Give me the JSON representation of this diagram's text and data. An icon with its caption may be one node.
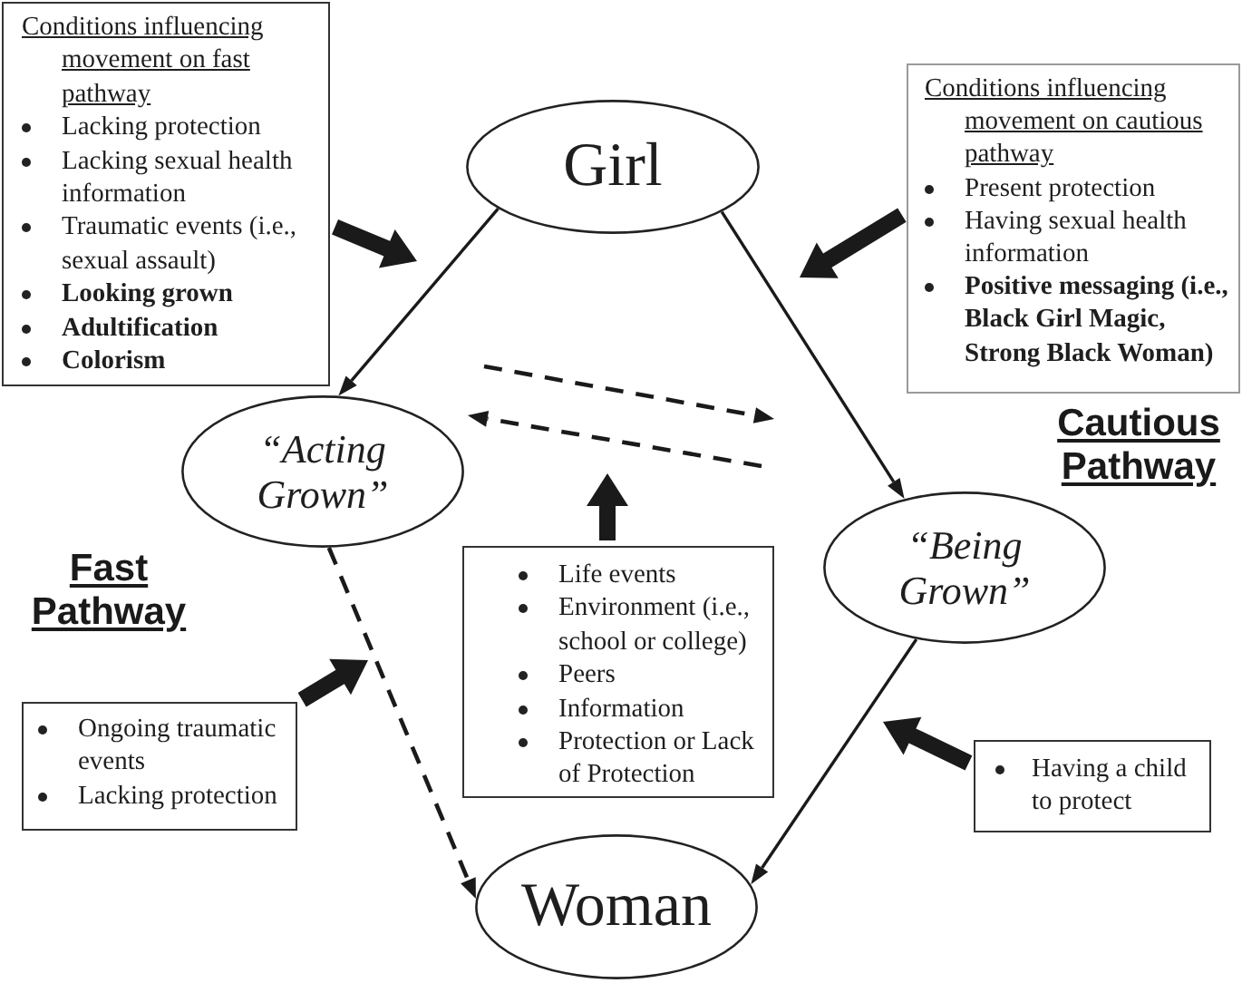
{
  "diagram": {
    "nodes": [
      {
        "text": [
          "Conditions influencing movement on fast pathway",
          "Lacking protection",
          "Lacking sexual health information",
          "Traumatic events (i.e., sexual assault)",
          "Looking grown",
          "Adultification",
          "Colorism"
        ]
      },
      {
        "text": [
          "Girl"
        ]
      },
      {
        "text": [
          "Conditions influencing movement on cautious pathway",
          "Present protection",
          "Having sexual health information",
          "Positive messaging (i.e., Black Girl Magic, Strong Black Woman)"
        ]
      },
      {
        "text": [
          "“Acting Grown”"
        ]
      },
      {
        "text": [
          "“Being Grown”"
        ]
      },
      {
        "text": [
          "Life events",
          "Environment (i.e., school or college)",
          "Peers",
          "Information",
          "Protection or Lack of Protection"
        ]
      },
      {
        "text": [
          "Ongoing traumatic events",
          "Lacking protection"
        ]
      },
      {
        "text": [
          "Having a child to protect"
        ]
      },
      {
        "text": [
          "Woman"
        ]
      }
    ],
    "edges": [
      {
        "from": 1,
        "to": 3,
        "arrow": "to"
      },
      {
        "from": 1,
        "to": 4,
        "arrow": "to"
      },
      {
        "from": 3,
        "to": 8,
        "arrow": "to",
        "style": "dashed"
      },
      {
        "from": 4,
        "to": 8,
        "arrow": "to"
      },
      {
        "from": 0,
        "to": null,
        "arrow": "to",
        "style": "thick"
      },
      {
        "from": 2,
        "to": null,
        "arrow": "to",
        "style": "thick"
      },
      {
        "from": 5,
        "to": null,
        "arrow": "to",
        "style": "thick"
      },
      {
        "from": 6,
        "to": null,
        "arrow": "to",
        "style": "thick"
      },
      {
        "from": 7,
        "to": null,
        "arrow": "to",
        "style": "thick"
      }
    ],
    "labels": [
      "Cautious Pathway",
      "Fast Pathway"
    ]
  }
}
